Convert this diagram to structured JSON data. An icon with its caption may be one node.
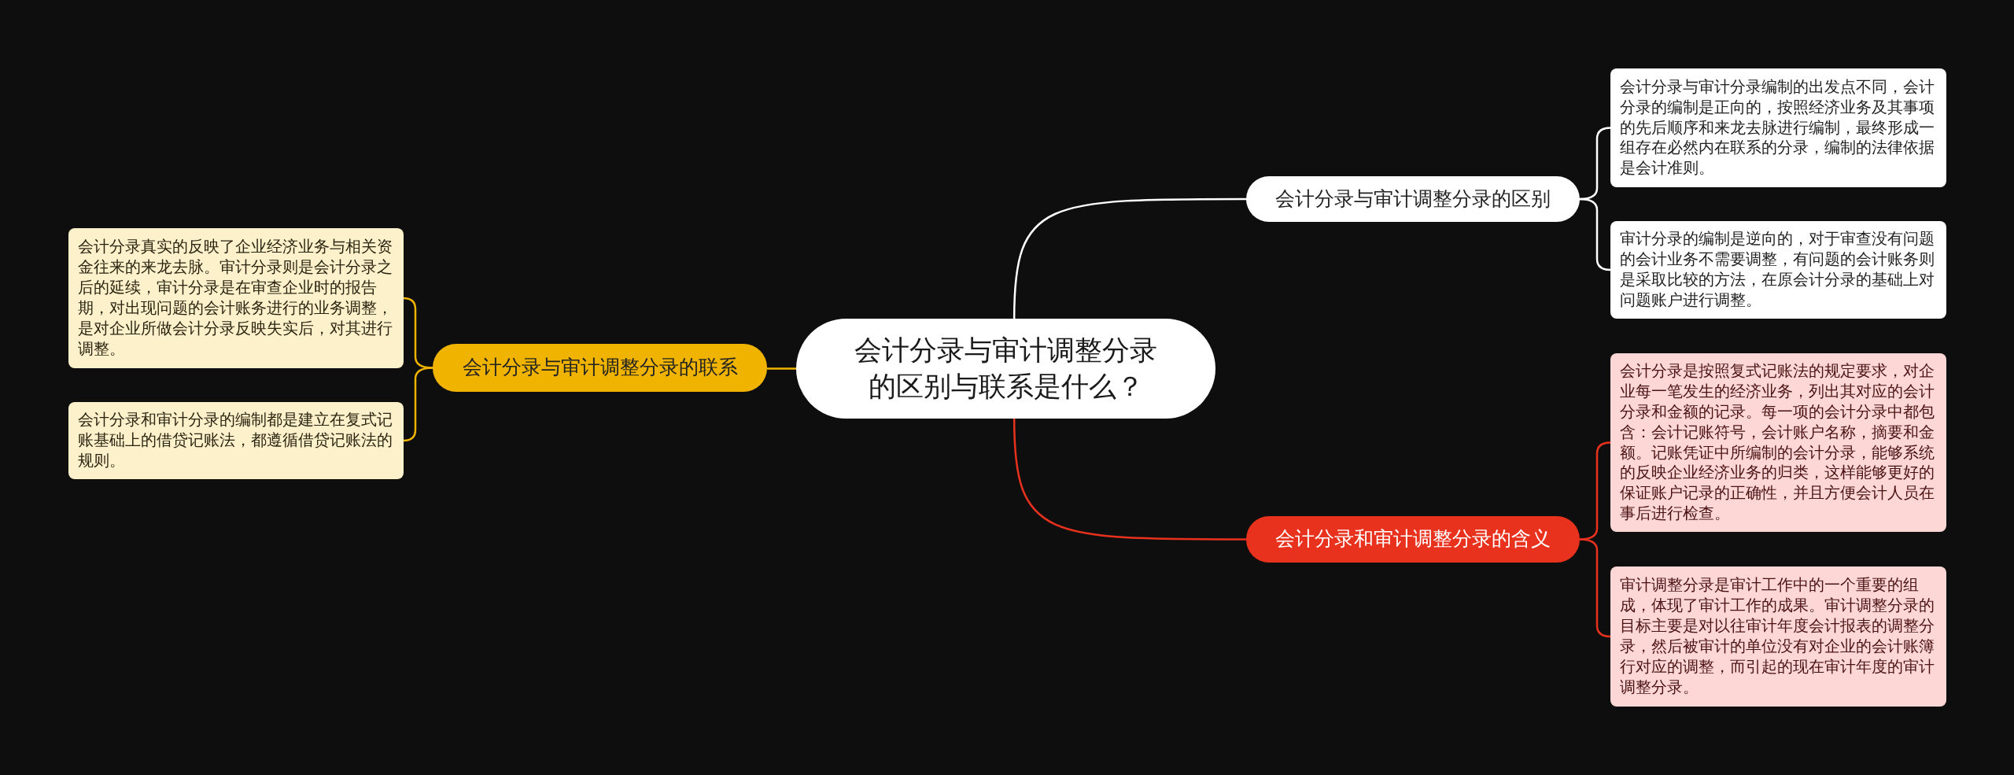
{
  "diagram": {
    "nodes": [
      {
        "text": [
          "会计分录与审计调整分录的区别与联系是什么？"
        ]
      },
      {
        "text": [
          "会计分录与审计调整分录的区别"
        ]
      },
      {
        "text": [
          "会计分录与审计分录编制的出发点不同，会计分录的编制是正向的，按照经济业务及其事项的先后顺序和来龙去脉进行编制，最终形成一组存在必然内在联系的分录，编制的法律依据是会计准则。"
        ]
      },
      {
        "text": [
          "审计分录的编制是逆向的，对于审查没有问题的会计业务不需要调整，有问题的会计账务则是采取比较的方法，在原会计分录的基础上对问题账户进行调整。"
        ]
      },
      {
        "text": [
          "会计分录和审计调整分录的含义"
        ]
      },
      {
        "text": [
          "会计分录是按照复式记账法的规定要求，对企业每一笔发生的经济业务，列出其对应的会计分录和金额的记录。每一项的会计分录中都包含：会计记账符号，会计账户名称，摘要和金额。记账凭证中所编制的会计分录，能够系统的反映企业经济业务的归类，这样能够更好的保证账户记录的正确性，并且方便会计人员在事后进行检查。"
        ]
      },
      {
        "text": [
          "审计调整分录是审计工作中的一个重要的组成，体现了审计工作的成果。审计调整分录的目标主要是对以往审计年度会计报表的调整分录，然后被审计的单位没有对企业的会计账簿行对应的调整，而引起的现在审计年度的审计调整分录。"
        ]
      },
      {
        "text": [
          "会计分录与审计调整分录的联系"
        ]
      },
      {
        "text": [
          "会计分录真实的反映了企业经济业务与相关资金往来的来龙去脉。审计分录则是会计分录之后的延续，审计分录是在审查企业时的报告期，对出现问题的会计账务进行的业务调整，是对企业所做会计分录反映失实后，对其进行调整。"
        ]
      },
      {
        "text": [
          "会计分录和审计分录的编制都是建立在复式记账基础上的借贷记账法，都遵循借贷记账法的规则。"
        ]
      }
    ],
    "edges": [
      {
        "from": 0,
        "to": 1,
        "arrow": "none",
        "color": "#ffffff"
      },
      {
        "from": 1,
        "to": 2,
        "arrow": "none",
        "color": "#ffffff"
      },
      {
        "from": 1,
        "to": 3,
        "arrow": "none",
        "color": "#ffffff"
      },
      {
        "from": 0,
        "to": 4,
        "arrow": "none",
        "color": "#e8321e"
      },
      {
        "from": 4,
        "to": 5,
        "arrow": "none",
        "color": "#e8321e"
      },
      {
        "from": 4,
        "to": 6,
        "arrow": "none",
        "color": "#e8321e"
      },
      {
        "from": 0,
        "to": 7,
        "arrow": "none",
        "color": "#f0b400"
      },
      {
        "from": 7,
        "to": 8,
        "arrow": "none",
        "color": "#f0b400"
      },
      {
        "from": 7,
        "to": 9,
        "arrow": "none",
        "color": "#f0b400"
      }
    ]
  }
}
